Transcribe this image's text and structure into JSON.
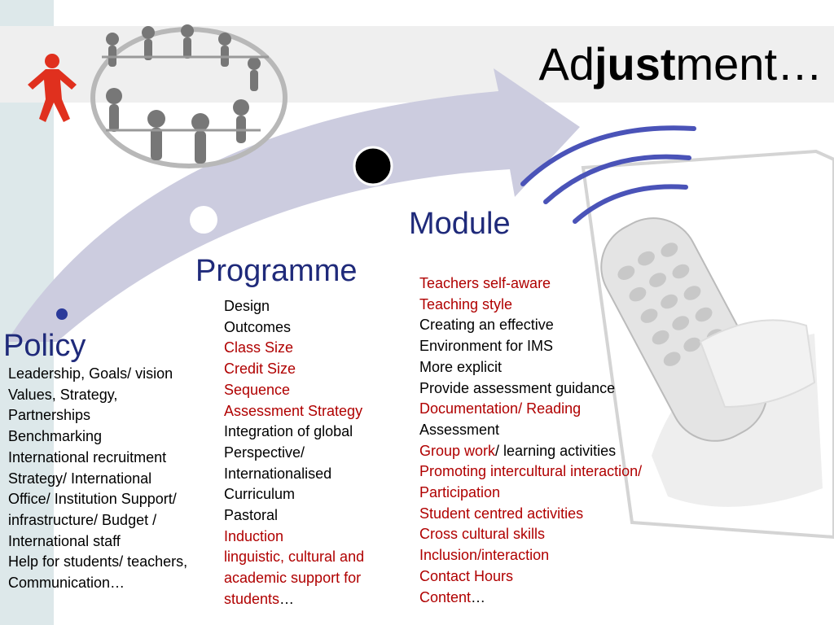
{
  "title": {
    "prefix": "Ad",
    "bold": "just",
    "suffix": "ment…"
  },
  "stages": {
    "policy": "Policy",
    "programme": "Programme",
    "module": "Module"
  },
  "policy_items": [
    {
      "text": "Leadership, Goals/ vision",
      "red": false
    },
    {
      "text": "Values, Strategy,",
      "red": false
    },
    {
      "text": "Partnerships",
      "red": false
    },
    {
      "text": "Benchmarking",
      "red": false
    },
    {
      "text": "International recruitment",
      "red": false
    },
    {
      "text": "Strategy/ International",
      "red": false
    },
    {
      "text": "Office/ Institution Support/",
      "red": false
    },
    {
      "text": "infrastructure/ Budget /",
      "red": false
    },
    {
      "text": "International staff",
      "red": false
    },
    {
      "text": "Help for students/ teachers,",
      "red": false
    },
    {
      "text": "Communication…",
      "red": false
    }
  ],
  "programme_items": [
    {
      "parts": [
        {
          "text": "Design",
          "red": false
        }
      ]
    },
    {
      "parts": [
        {
          "text": "Outcomes",
          "red": false
        }
      ]
    },
    {
      "parts": [
        {
          "text": "Class Size",
          "red": true
        }
      ]
    },
    {
      "parts": [
        {
          "text": "Credit Size",
          "red": true
        }
      ]
    },
    {
      "parts": [
        {
          "text": "Sequence",
          "red": true
        }
      ]
    },
    {
      "parts": [
        {
          "text": "Assessment Strategy",
          "red": true
        }
      ]
    },
    {
      "parts": [
        {
          "text": "Integration of global",
          "red": false
        }
      ]
    },
    {
      "parts": [
        {
          "text": "Perspective/",
          "red": false
        }
      ]
    },
    {
      "parts": [
        {
          "text": "Internationalised",
          "red": false
        }
      ]
    },
    {
      "parts": [
        {
          "text": "Curriculum",
          "red": false
        }
      ]
    },
    {
      "parts": [
        {
          "text": "Pastoral",
          "red": false
        }
      ]
    },
    {
      "parts": [
        {
          "text": "Induction",
          "red": true
        }
      ]
    },
    {
      "parts": [
        {
          "text": "linguistic, cultural and",
          "red": true
        }
      ]
    },
    {
      "parts": [
        {
          "text": "academic support for",
          "red": true
        }
      ]
    },
    {
      "parts": [
        {
          "text": "students",
          "red": true
        },
        {
          "text": "…",
          "red": false
        }
      ]
    }
  ],
  "module_items": [
    {
      "parts": [
        {
          "text": "Teachers self-aware",
          "red": true
        }
      ]
    },
    {
      "parts": [
        {
          "text": "Teaching style",
          "red": true
        }
      ]
    },
    {
      "parts": [
        {
          "text": "Creating an effective",
          "red": false
        }
      ]
    },
    {
      "parts": [
        {
          "text": "Environment for IMS",
          "red": false
        }
      ]
    },
    {
      "parts": [
        {
          "text": "More explicit",
          "red": false
        }
      ]
    },
    {
      "parts": [
        {
          "text": "Provide assessment guidance",
          "red": false
        }
      ]
    },
    {
      "parts": [
        {
          "text": "Documentation/ Reading",
          "red": true
        }
      ]
    },
    {
      "parts": [
        {
          "text": "Assessment",
          "red": false
        }
      ]
    },
    {
      "parts": [
        {
          "text": "Group work",
          "red": true
        },
        {
          "text": "/ learning activities",
          "red": false
        }
      ]
    },
    {
      "parts": [
        {
          "text": "Promoting intercultural interaction/",
          "red": true
        }
      ]
    },
    {
      "parts": [
        {
          "text": "Participation",
          "red": true
        }
      ]
    },
    {
      "parts": [
        {
          "text": "Student centred activities",
          "red": true
        }
      ]
    },
    {
      "parts": [
        {
          "text": "Cross cultural skills",
          "red": true
        }
      ]
    },
    {
      "parts": [
        {
          "text": "Inclusion/interaction",
          "red": true
        }
      ]
    },
    {
      "parts": [
        {
          "text": "Contact Hours",
          "red": true
        }
      ]
    },
    {
      "parts": [
        {
          "text": "Content",
          "red": true
        },
        {
          "text": "…",
          "red": false
        }
      ]
    }
  ],
  "colors": {
    "arrow": "#ccccdf",
    "stage_text": "#1f2a7a",
    "highlight_red": "#b00000",
    "signal_waves": "#4a53b8",
    "person_red": "#e0301e"
  }
}
